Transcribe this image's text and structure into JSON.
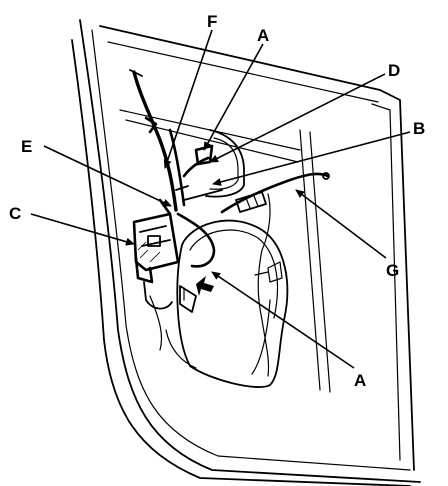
{
  "diagram": {
    "callouts": {
      "F": "F",
      "A_top": "A",
      "D": "D",
      "B": "B",
      "E": "E",
      "C": "C",
      "G": "G",
      "A_bottom": "A"
    },
    "colors": {
      "ink": "#000000",
      "paper": "#ffffff"
    }
  }
}
